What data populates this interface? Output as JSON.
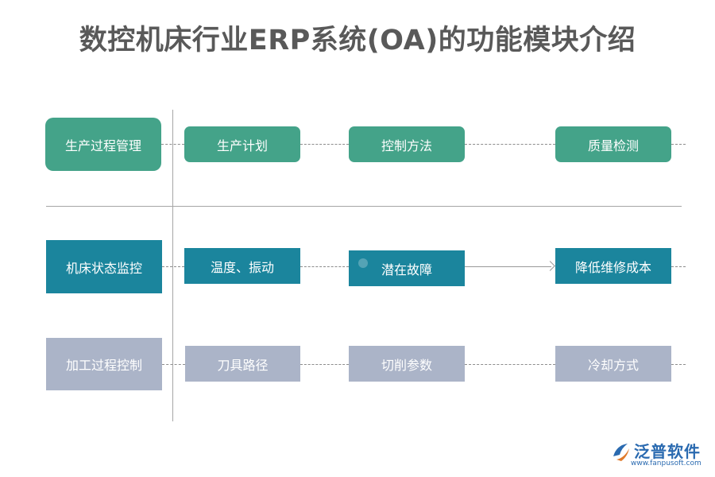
{
  "title": "数控机床行业ERP系统(OA)的功能模块介绍",
  "rows": [
    {
      "category": "生产过程管理",
      "items": [
        "生产计划",
        "控制方法",
        "质量检测"
      ],
      "color": "#44a389"
    },
    {
      "category": "机床状态监控",
      "items": [
        "温度、振动",
        "潜在故障",
        "降低维修成本"
      ],
      "color": "#1b859d"
    },
    {
      "category": "加工过程控制",
      "items": [
        "刀具路径",
        "切削参数",
        "冷却方式"
      ],
      "color": "#abb4c8"
    }
  ],
  "logo": {
    "name": "泛普软件",
    "url": "www.fanpusoft.com"
  }
}
